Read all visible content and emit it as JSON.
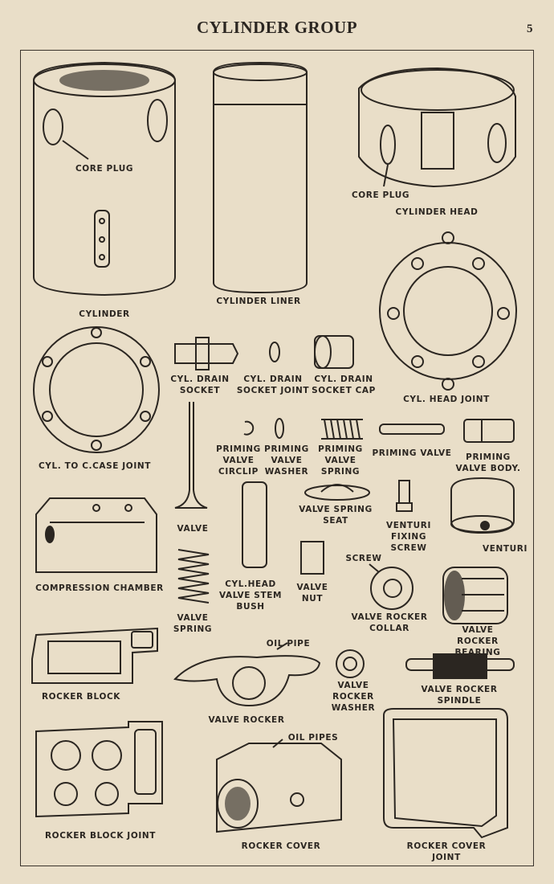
{
  "header": {
    "title": "CYLINDER GROUP",
    "page_number": "5"
  },
  "labels": {
    "core_plug_1": "CORE PLUG",
    "cylinder": "CYLINDER",
    "cylinder_liner": "CYLINDER LINER",
    "core_plug_2": "CORE PLUG",
    "cylinder_head": "CYLINDER HEAD",
    "cyl_drain_socket": "CYL. DRAIN\nSOCKET",
    "cyl_drain_socket_joint": "CYL. DRAIN\nSOCKET JOINT",
    "cyl_drain_socket_cap": "CYL. DRAIN\nSOCKET CAP",
    "cyl_head_joint": "CYL. HEAD JOINT",
    "cyl_to_ccase_joint": "CYL. TO C.CASE JOINT",
    "priming_valve_circlip": "PRIMING\nVALVE\nCIRCLIP",
    "priming_valve_washer": "PRIMING\nVALVE\nWASHER",
    "priming_valve_spring": "PRIMING\nVALVE\nSPRING",
    "priming_valve": "PRIMING VALVE",
    "priming_valve_body": "PRIMING\nVALVE BODY.",
    "valve": "VALVE",
    "valve_spring_seat": "VALVE SPRING\nSEAT",
    "venturi_fixing_screw": "VENTURI\nFIXING\nSCREW",
    "venturi": "VENTURI",
    "screw": "SCREW",
    "compression_chamber": "COMPRESSION CHAMBER",
    "cyl_head_valve_stem_bush": "CYL.HEAD\nVALVE STEM\nBUSH",
    "valve_nut": "VALVE\nNUT",
    "valve_rocker_collar": "VALVE ROCKER\nCOLLAR",
    "valve_rocker_bearing": "VALVE ROCKER\nBEARING",
    "valve_spring": "VALVE\nSPRING",
    "rocker_block": "ROCKER BLOCK",
    "oil_pipe": "OIL PIPE",
    "valve_rocker": "VALVE ROCKER",
    "valve_rocker_washer": "VALVE\nROCKER\nWASHER",
    "valve_rocker_spindle": "VALVE ROCKER SPINDLE",
    "oil_pipes": "OIL PIPES",
    "rocker_block_joint": "ROCKER BLOCK JOINT",
    "rocker_cover": "ROCKER COVER",
    "rocker_cover_joint": "ROCKER COVER JOINT"
  },
  "colors": {
    "paper": "#e9dec8",
    "ink": "#2b2621"
  }
}
